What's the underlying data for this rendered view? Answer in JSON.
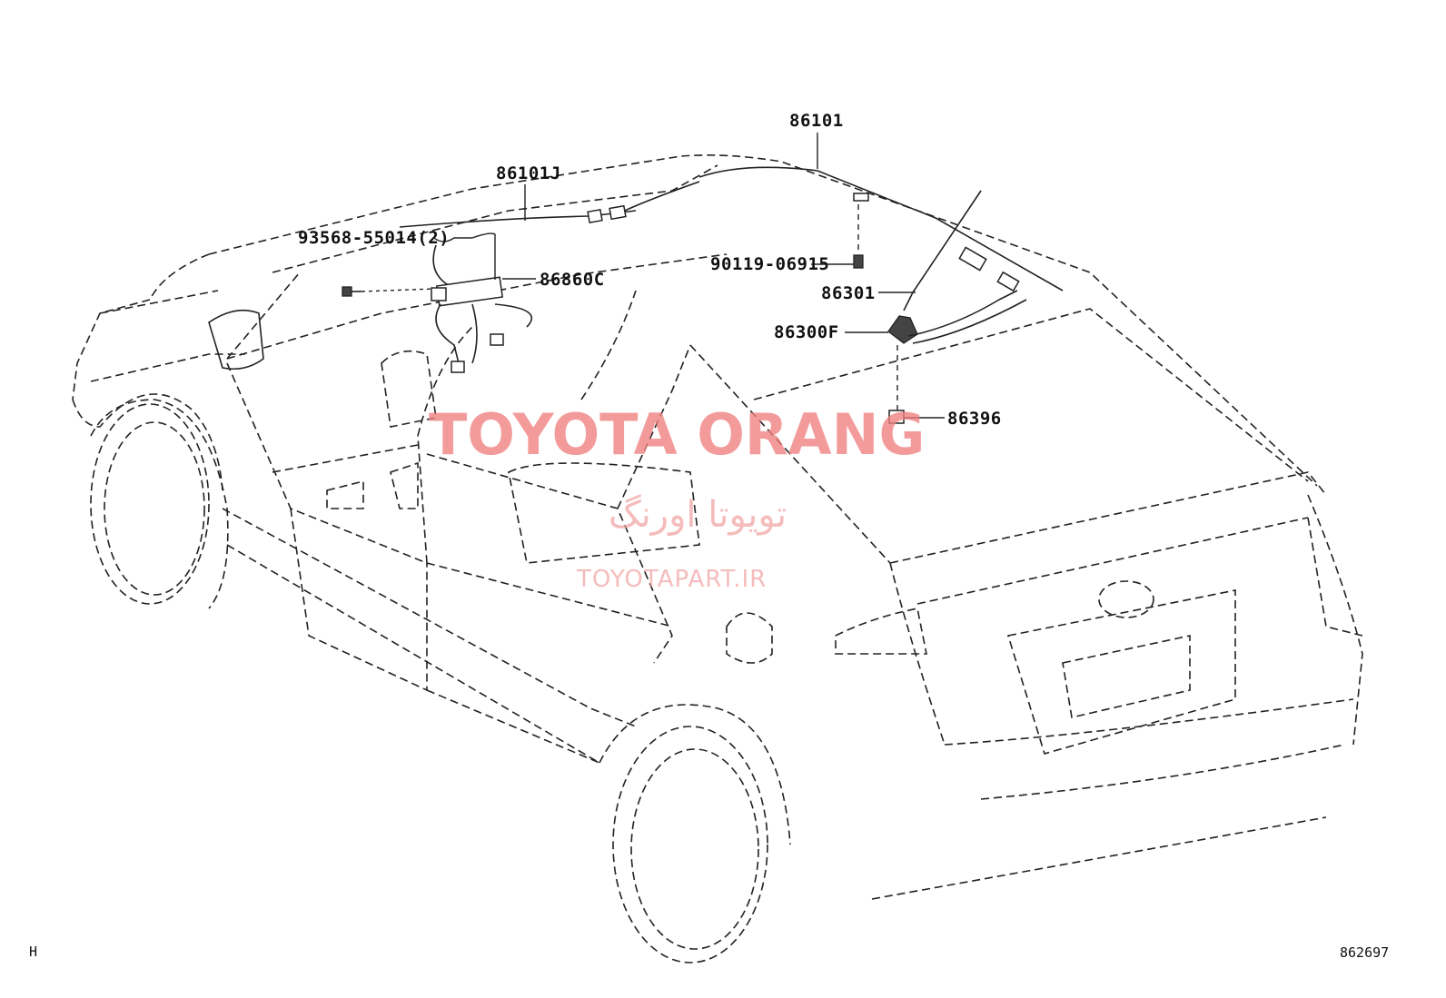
{
  "labels": {
    "p86101": "86101",
    "p86101J": "86101J",
    "p93568": "93568-55014(2)",
    "p86860C": "86860C",
    "p90119": "90119-06915",
    "p86301": "86301",
    "p86300F": "86300F",
    "p86396": "86396"
  },
  "corner": {
    "left": "H",
    "right": "862697"
  },
  "watermark": {
    "brand": "TOYOTA ORANG",
    "persian": "تویوتا اورنگ",
    "site": "TOYOTAPART.IR"
  }
}
